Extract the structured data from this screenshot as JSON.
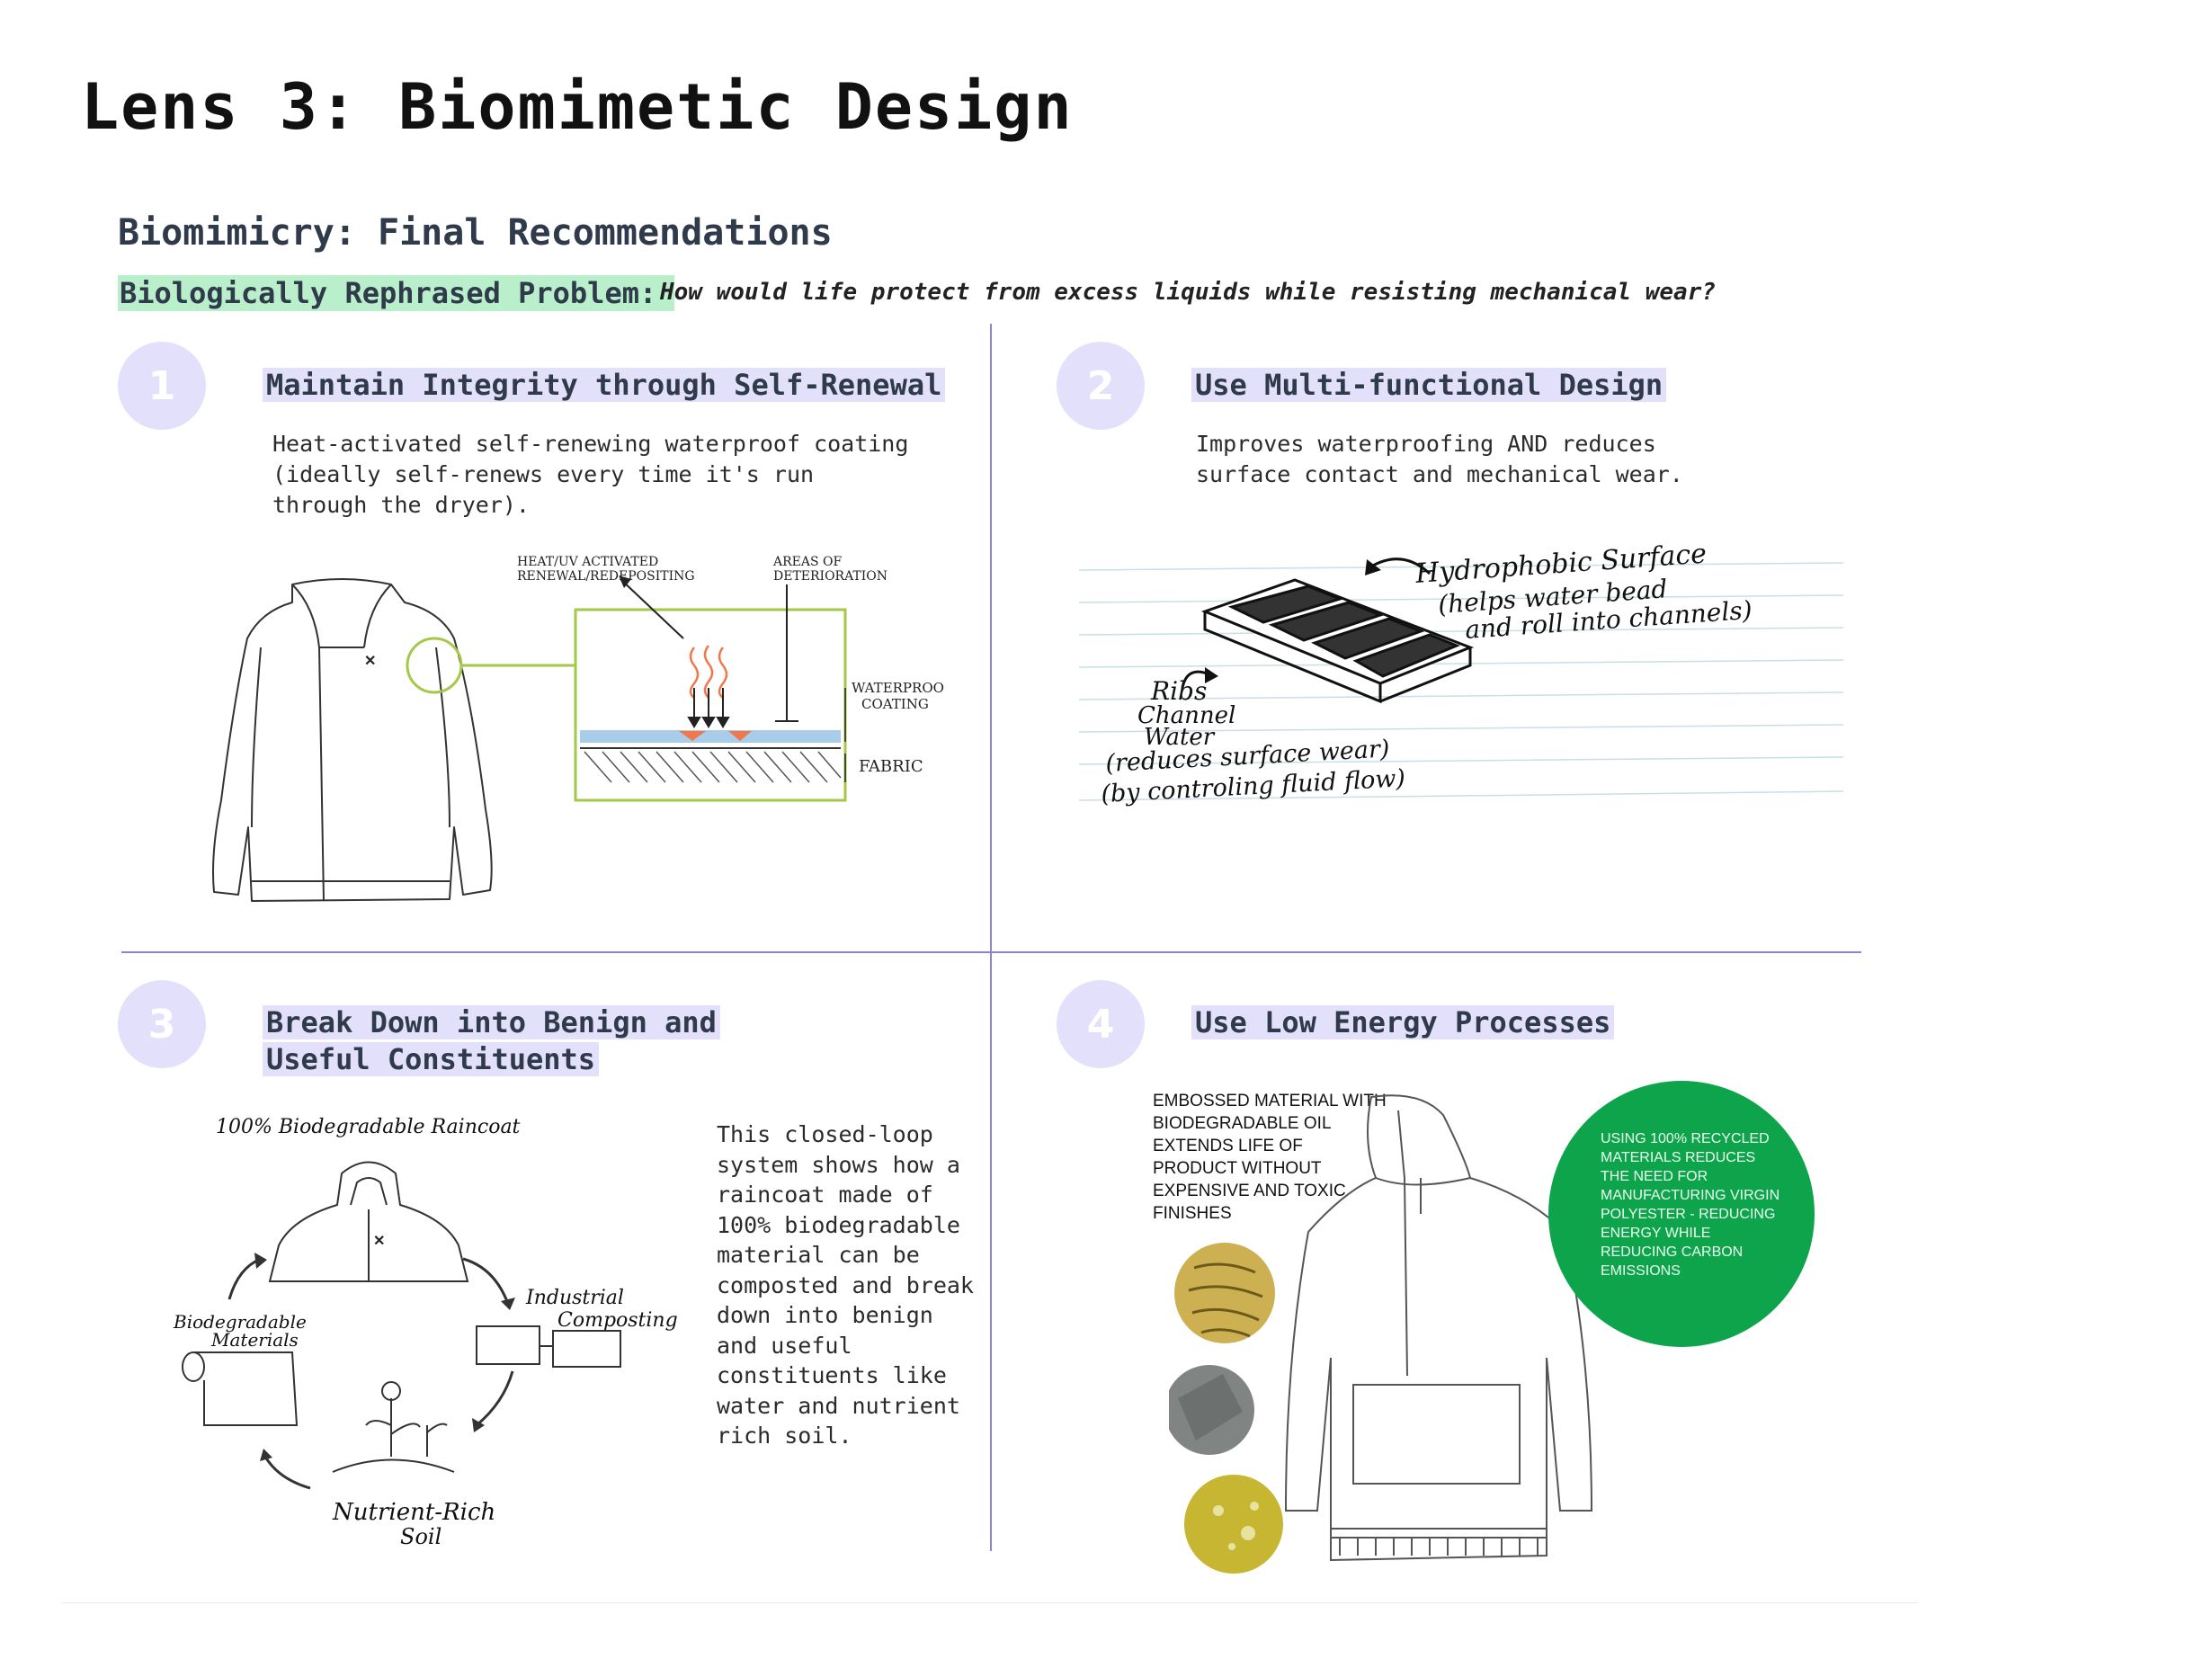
{
  "page": {
    "title": "Lens 3: Biomimetic Design",
    "subtitle": "Biomimicry: Final Recommendations",
    "problem_label": "Biologically Rephrased Problem:",
    "problem_question": "How would life protect from excess liquids while resisting mechanical wear?"
  },
  "sections": [
    {
      "number": "1",
      "heading": "Maintain Integrity through Self-Renewal",
      "body": "Heat-activated self-renewing waterproof coating (ideally self-renews every time it's run through the dryer).",
      "sketch_labels": {
        "renewal": "HEAT/UV ACTIVATED RENEWAL/REDEPOSITING",
        "deterioration": "AREAS OF DETERIORATION",
        "coating": "WATERPROOF COATING",
        "fabric": "FABRIC"
      }
    },
    {
      "number": "2",
      "heading": "Use Multi-functional Design",
      "body": "Improves waterproofing AND reduces surface contact and mechanical wear.",
      "sketch_labels": {
        "surface_1": "Hydrophobic Surface",
        "surface_2": "(helps water bead",
        "surface_3": "and roll into channels)",
        "ribs_1": "Ribs",
        "ribs_2": "Channel",
        "ribs_3": "Water",
        "ribs_4": "(reduces surface wear)",
        "ribs_5": "(by controling fluid flow)"
      }
    },
    {
      "number": "3",
      "heading_line1": "Break Down into Benign and",
      "heading_line2": "Useful Constituents",
      "body": "This closed-loop system shows how a raincoat made of 100% biodegradable material can be composted and break down into benign and useful constituents like water and nutrient rich soil.",
      "sketch_labels": {
        "raincoat": "100% Biodegradable Raincoat",
        "materials_1": "Biodegradable",
        "materials_2": "Materials",
        "composting_1": "Industrial",
        "composting_2": "Composting",
        "soil_1": "Nutrient-Rich",
        "soil_2": "Soil"
      }
    },
    {
      "number": "4",
      "heading": "Use Low Energy Processes",
      "embossed_note": "EMBOSSED MATERIAL WITH BIODEGRADABLE OIL EXTENDS LIFE OF PRODUCT WITHOUT EXPENSIVE AND TOXIC FINISHES",
      "recycled_note": "USING 100% RECYCLED MATERIALS REDUCES THE NEED FOR MANUFACTURING VIRGIN POLYESTER - REDUCING ENERGY WHILE REDUCING CARBON EMISSIONS"
    }
  ],
  "colors": {
    "accent_purple": "#e3e0fb",
    "divider": "#8b84d6",
    "problem_highlight": "#b9efcb",
    "green_circle": "#0ea44c",
    "sketch_green": "#a5c84a",
    "coating_blue": "#a9cde8",
    "heat_orange": "#f0784a"
  }
}
